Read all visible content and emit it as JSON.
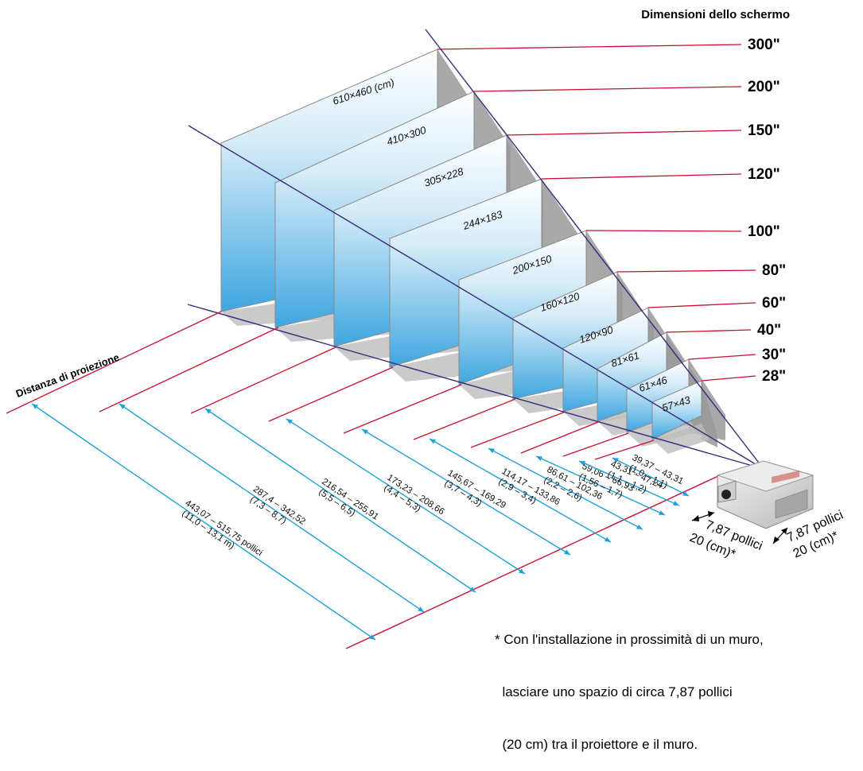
{
  "header": {
    "screen_size_title": "Dimensioni dello schermo"
  },
  "distance_title": "Distanza di proiezione",
  "screens": [
    {
      "size": "300\"",
      "dims": "610X460 (cm)",
      "dist1": "443,07 – 515,75 pollici",
      "dist2": "(11,0 – 13,1 m)"
    },
    {
      "size": "200\"",
      "dims": "410X300",
      "dist1": "287,4 – 342,52",
      "dist2": "(7,3 – 8,7)"
    },
    {
      "size": "150\"",
      "dims": "305X228",
      "dist1": "216,54 – 255,91",
      "dist2": "(5,5 – 6,5)"
    },
    {
      "size": "120\"",
      "dims": "244X183",
      "dist1": "173,23 – 208,66",
      "dist2": "(4,4 – 5,3)"
    },
    {
      "size": "100\"",
      "dims": "200X150",
      "dist1": "145,67 – 169,29",
      "dist2": "(3,7 – 4,3)"
    },
    {
      "size": "80\"",
      "dims": "160X120",
      "dist1": "114,17 – 133,86",
      "dist2": "(2,9 – 3,4)"
    },
    {
      "size": "60\"",
      "dims": "120X90",
      "dist1": "86,61 – 102,36",
      "dist2": "(2,2 – 2,6)"
    },
    {
      "size": "40\"",
      "dims": "81X61",
      "dist1": "59,06 – 66,93",
      "dist2": "(1,56 – 1,7)"
    },
    {
      "size": "30\"",
      "dims": "61X46",
      "dist1": "43,31 – 47,24",
      "dist2": "(1,1 – 1,2)"
    },
    {
      "size": "28\"",
      "dims": "57X43",
      "dist1": "39,37 – 43,31",
      "dist2": "(1,0 – 1,1)"
    }
  ],
  "clearance_side": {
    "line1": "7,87 pollici",
    "line2": "20 (cm)*"
  },
  "clearance_back": {
    "line1": "7,87 pollici",
    "line2": "20 (cm)*"
  },
  "footnote": {
    "line1": "* Con l'installazione in prossimità di un muro,",
    "line2": "  lasciare uno spazio di circa 7,87 pollici",
    "line3": "  (20 cm) tra il proiettore e il muro."
  },
  "colors": {
    "red_lines": "#c8102e",
    "blue_arrows": "#1fa0dc",
    "purple_lines": "#3a2a7a",
    "shadow": "#9a9a9a"
  }
}
